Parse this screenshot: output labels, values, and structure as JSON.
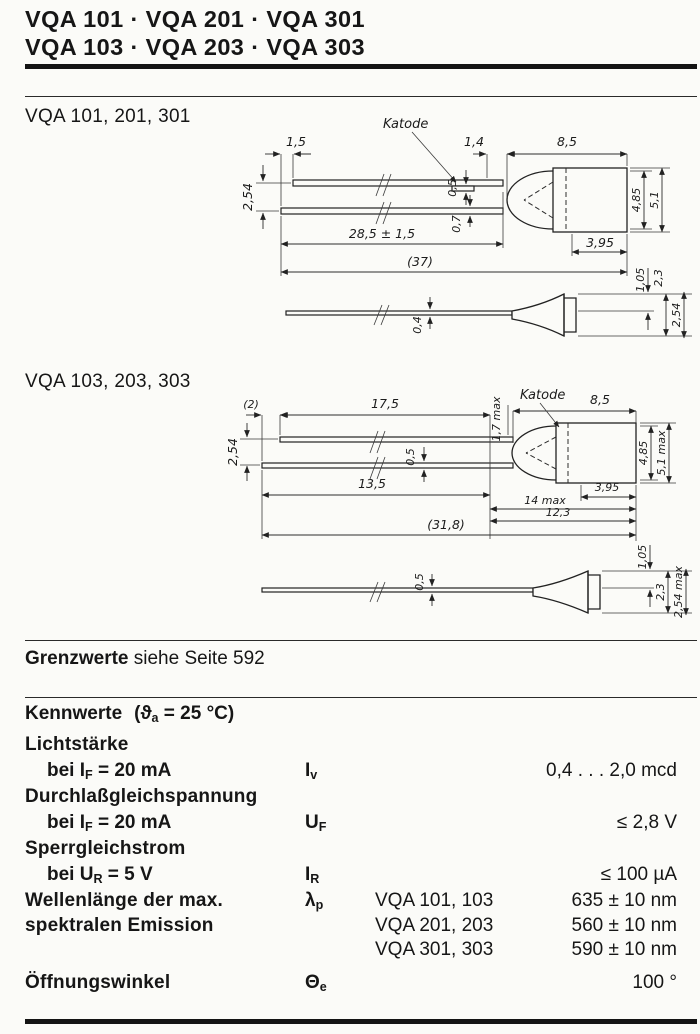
{
  "header": {
    "line1": "VQA 101 · VQA 201 · VQA 301",
    "line2": "VQA 103 · VQA 203 · VQA 303"
  },
  "sections": {
    "grenzwerte_bold": "Grenzwerte",
    "grenzwerte_rest": " siehe Seite 592"
  },
  "drawing1": {
    "title": "VQA 101, 201, 301",
    "katode_label": "Katode",
    "dims": {
      "lead_offset": "1,5",
      "neck": "1,4",
      "body_length": "8,5",
      "crank": "0,5",
      "lead_width": "0,7",
      "lead_length": "28,5 ± 1,5",
      "overall_length": "(37)",
      "lead_pitch": "2,54",
      "flat_width": "4,85",
      "body_dia": "5,1",
      "base_dia": "3,95",
      "tip_offset": "1,05",
      "cone_height": "2,3",
      "max_height": "2,54",
      "lead_thickness": "0,4"
    }
  },
  "drawing2": {
    "title": "VQA 103, 203, 303",
    "katode_label": "Katode",
    "dims": {
      "lead_offset": "(2)",
      "upper_lead_length": "17,5",
      "tip_max": "1,7 max",
      "body_length": "8,5",
      "lead_pitch": "2,54",
      "lead_width": "0,5",
      "lower_lead_length": "13,5",
      "body_max": "14 max",
      "base_dia": "3,95",
      "body_section": "12,3",
      "overall_length": "(31,8)",
      "flat_width": "4,85",
      "body_dia": "5,1 max",
      "lead_thickness": "0,5",
      "tip_offset": "1,05",
      "cone_height": "2,3",
      "max_height": "2,54 max"
    }
  },
  "kennwerte": {
    "title": "Kennwerte",
    "condition": {
      "pre": "(ϑ",
      "sub": "a",
      "post": " = 25 °C)"
    },
    "lichtstaerke": {
      "label": "Lichtstärke",
      "cond_pre": "bei I",
      "cond_sub": "F",
      "cond_post": " = 20 mA",
      "sym_pre": "I",
      "sym_sub": "v",
      "value": "0,4 . . . 2,0 mcd"
    },
    "durchlassspannung": {
      "label": "Durchlaßgleichspannung",
      "cond_pre": "bei I",
      "cond_sub": "F",
      "cond_post": " = 20 mA",
      "sym_pre": "U",
      "sym_sub": "F",
      "value": "≤ 2,8 V"
    },
    "sperrstrom": {
      "label": "Sperrgleichstrom",
      "cond_pre": "bei U",
      "cond_sub": "R",
      "cond_post": " = 5 V",
      "sym_pre": "I",
      "sym_sub": "R",
      "value": "≤ 100 µA"
    },
    "wellenlaenge": {
      "label_line1": "Wellenlänge der max.",
      "label_line2": "spektralen Emission",
      "sym_pre": "λ",
      "sym_sub": "p",
      "variants": [
        {
          "device": "VQA 101, 103",
          "value": "635 ± 10 nm"
        },
        {
          "device": "VQA 201, 203",
          "value": "560 ± 10 nm"
        },
        {
          "device": "VQA 301, 303",
          "value": "590 ± 10 nm"
        }
      ]
    },
    "oeffnungswinkel": {
      "label": "Öffnungswinkel",
      "sym_pre": "Θ",
      "sym_sub": "e",
      "value": "100 °"
    }
  }
}
